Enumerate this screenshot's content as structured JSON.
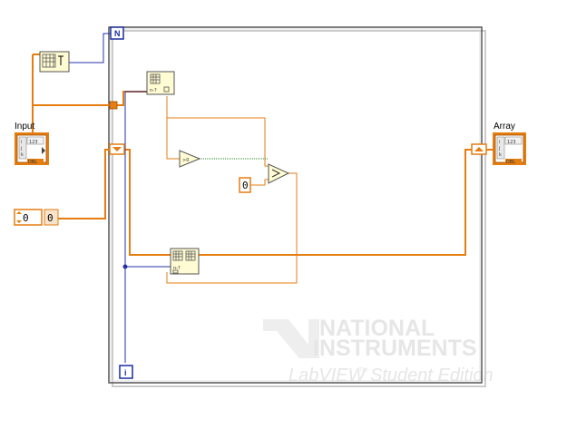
{
  "controls": {
    "input_label": "Input",
    "input_type": "123",
    "input_dtype": "DBL",
    "numeric_value": "0",
    "numeric_display": "0"
  },
  "indicators": {
    "array_label": "Array",
    "array_type": "123",
    "array_dtype": "DBL"
  },
  "constants": {
    "zero": "0"
  },
  "loop": {
    "count_terminal": "N",
    "iteration_terminal": "i"
  },
  "nodes": {
    "compare_label": ">0",
    "index_value": "0"
  },
  "watermark": {
    "line1": "NATIONAL",
    "line2": "INSTRUMENTS",
    "line3": "LabVIEW",
    "tm": "TM",
    "line4": "Student Edition"
  },
  "colors": {
    "orange_wire": "#e57d10",
    "blue_wire": "#2233aa",
    "loop_border": "#555555",
    "node_fill": "#fffbd2"
  }
}
